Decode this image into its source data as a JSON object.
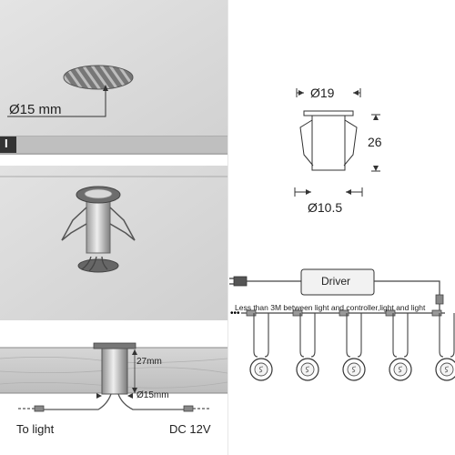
{
  "panel_install": {
    "hole_label": "Ø15 mm",
    "step_marker": "I"
  },
  "panel_dimensions": {
    "top_diameter": "Ø19",
    "height": "26",
    "bottom_diameter": "Ø10.5"
  },
  "panel_wiring": {
    "driver_label": "Driver",
    "note": "Less than 3M between light and controller,light and light",
    "light_count": 5
  },
  "panel_section": {
    "depth_label": "27mm",
    "hole_label": "Ø15mm",
    "left_caption": "To light",
    "right_caption": "DC 12V"
  },
  "colors": {
    "panel_gray": "#d9d9d9",
    "wood_gray": "#c9c9c9",
    "line": "#333333"
  }
}
